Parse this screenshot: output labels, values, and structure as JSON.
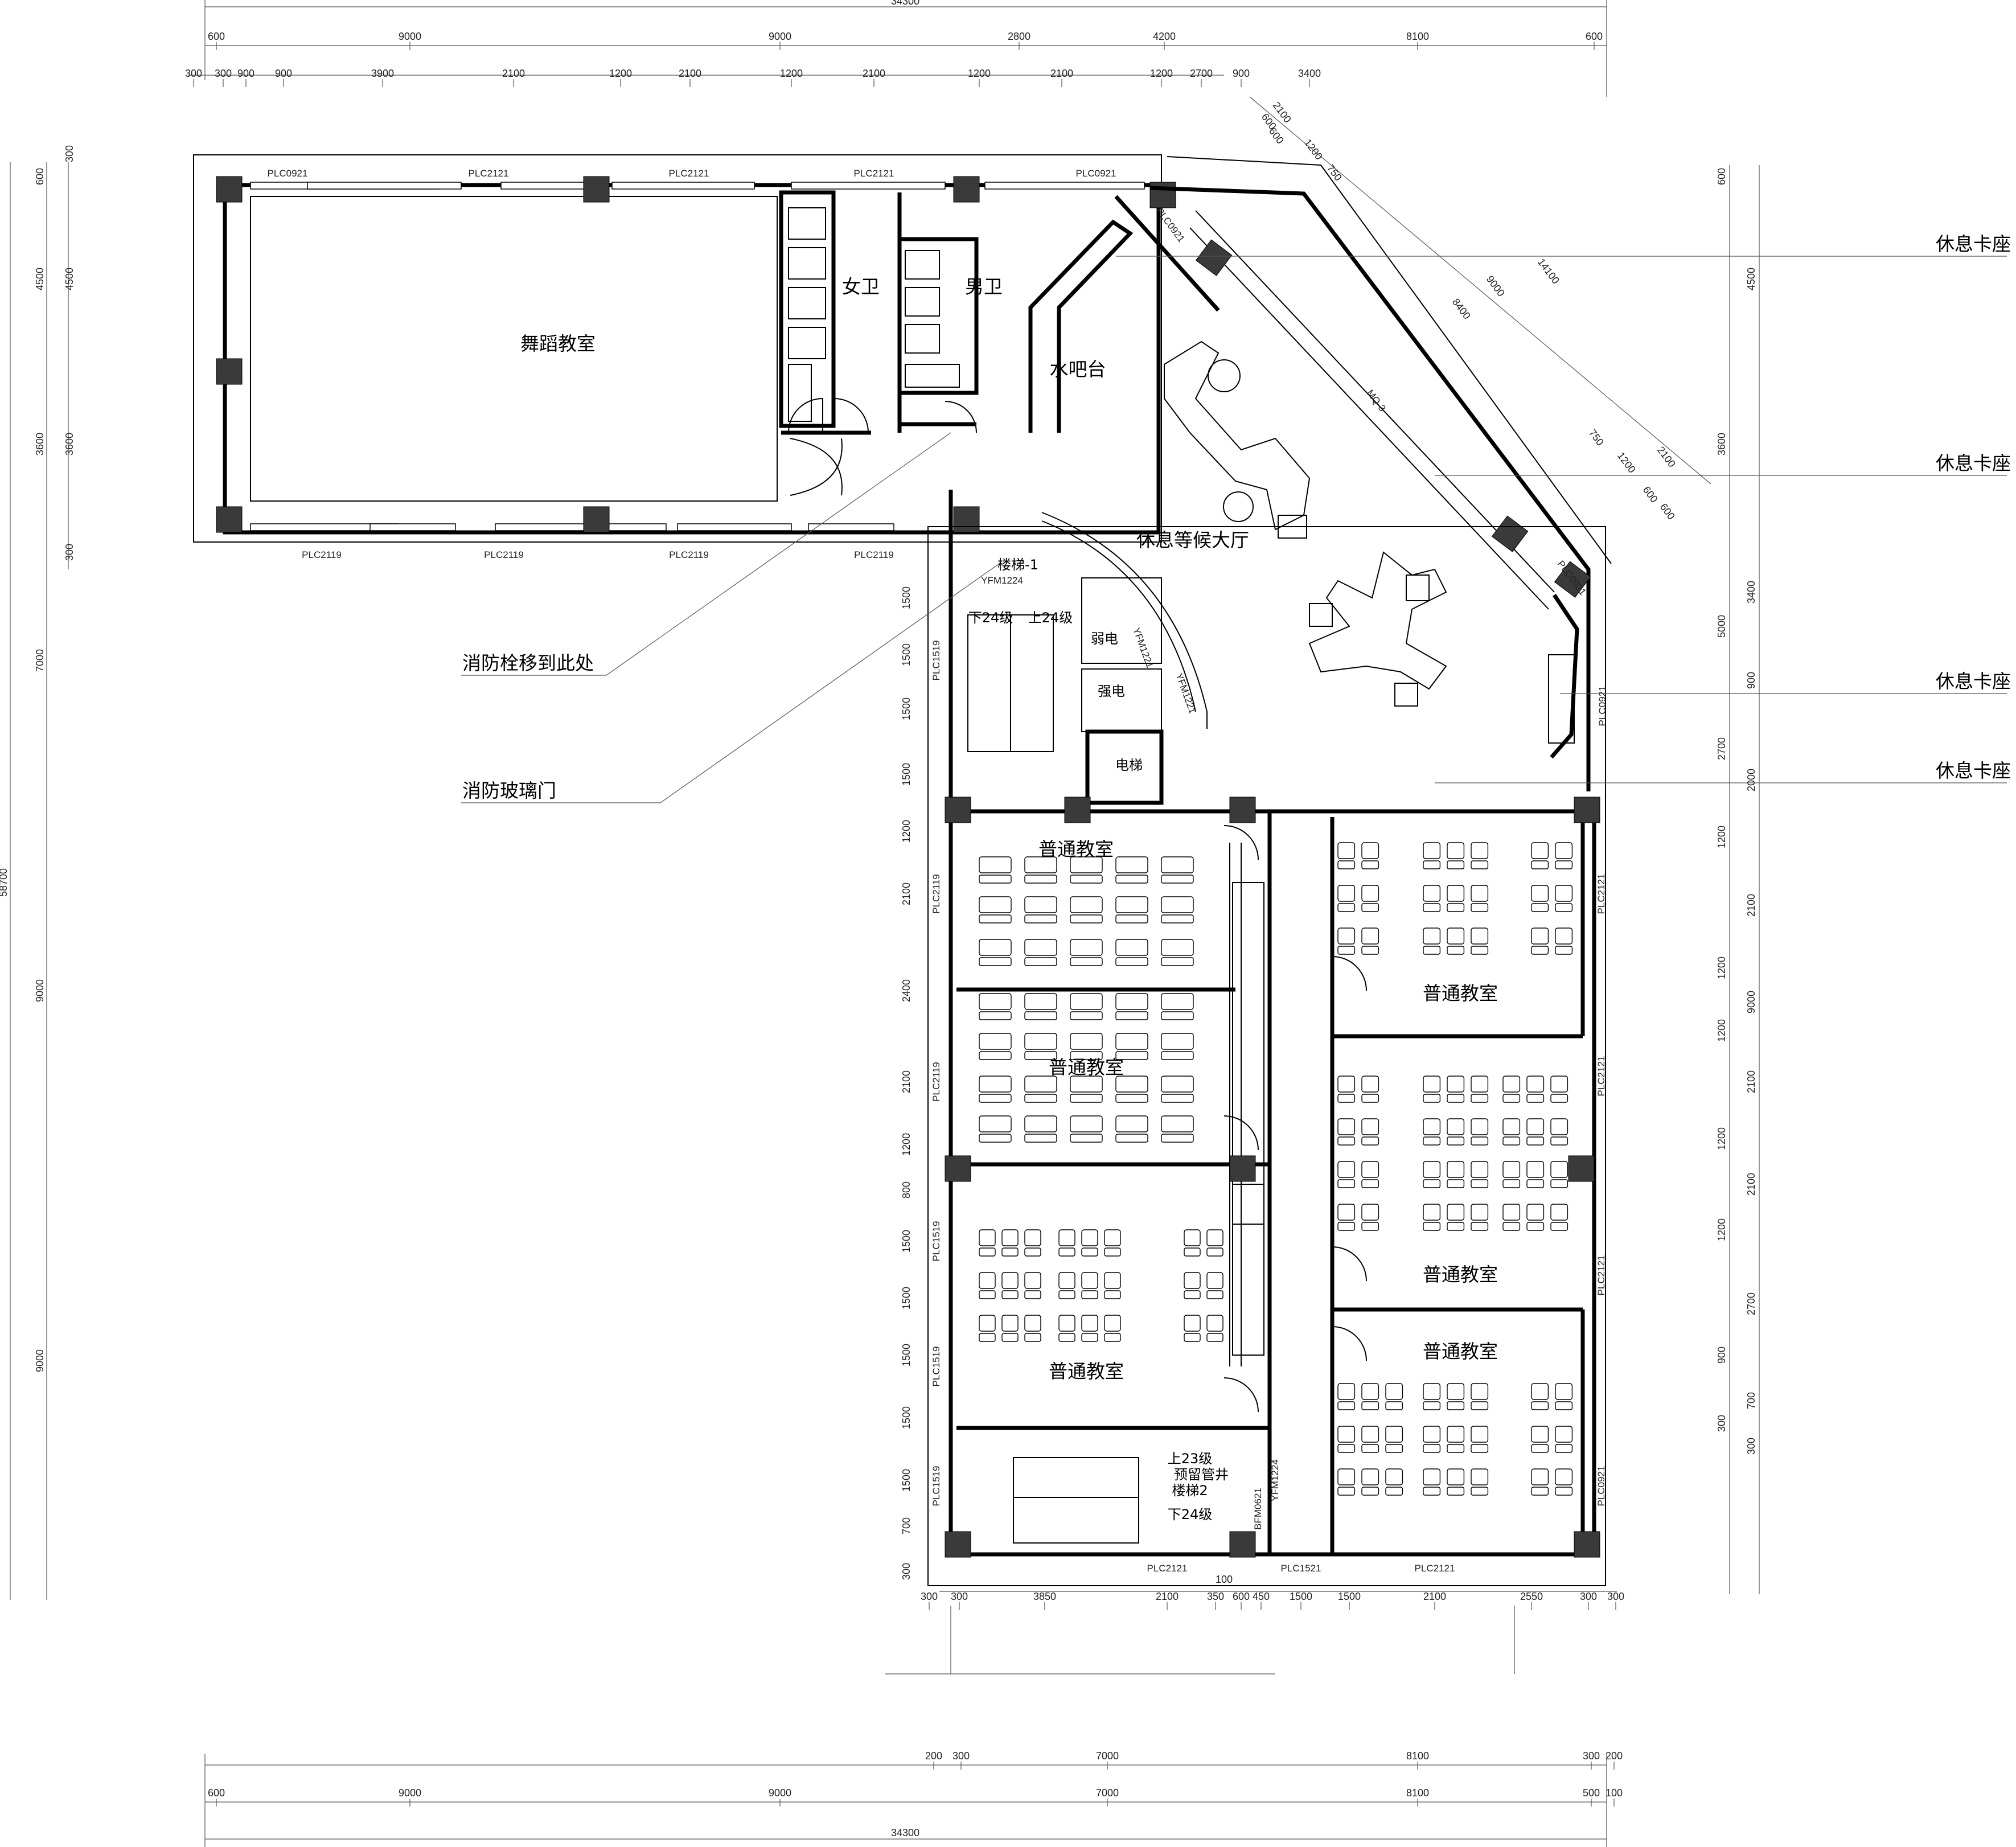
{
  "dimensions": {
    "top_total": "34300",
    "top_row1": [
      "600",
      "9000",
      "9000",
      "2800",
      "4200",
      "8100",
      "600"
    ],
    "top_row2": [
      "300",
      "300",
      "900",
      "900",
      "3900",
      "2100",
      "1200",
      "2100",
      "1200",
      "2100",
      "1200",
      "2100",
      "1200",
      "2700",
      "900",
      "3400"
    ],
    "north_lower": [
      "300",
      "300",
      "1200",
      "2100",
      "2400",
      "2100",
      "1200",
      "1200",
      "2100",
      "1200",
      "2100"
    ],
    "left_outer": [
      "58700",
      "7000",
      "9000",
      "9000"
    ],
    "left_inner": [
      "300",
      "600",
      "4500",
      "3600",
      "300",
      "300"
    ],
    "left_inner2": [
      "4500",
      "3600"
    ],
    "wing_left": [
      "1500",
      "1500",
      "1500",
      "1500",
      "1200",
      "2100",
      "2400",
      "2100",
      "1200",
      "800",
      "1500",
      "1500",
      "1500",
      "1500",
      "1500",
      "700",
      "300"
    ],
    "right_outer": [
      "600",
      "4500",
      "3600",
      "3400",
      "5000",
      "900",
      "2700",
      "2000",
      "1200",
      "2100",
      "1200",
      "9000",
      "1200",
      "2100",
      "1200",
      "2100",
      "1200",
      "2700",
      "900",
      "700",
      "300",
      "300"
    ],
    "diag": [
      "2100",
      "600",
      "600",
      "1200",
      "750",
      "14100",
      "9000",
      "8400",
      "750",
      "1200",
      "2100",
      "600",
      "600"
    ],
    "south_inner": [
      "300",
      "300",
      "3850",
      "2100",
      "350",
      "600",
      "450",
      "1500",
      "1500",
      "2100",
      "2550",
      "300",
      "300"
    ],
    "south_small": [
      "100"
    ],
    "bottom_row1": [
      "200",
      "300",
      "7000",
      "8100",
      "300",
      "200"
    ],
    "bottom_row2": [
      "600",
      "9000",
      "9000",
      "7000",
      "8100",
      "500",
      "100"
    ],
    "bottom_total": "34300"
  },
  "rooms": {
    "dance": "舞蹈教室",
    "female_wc": "女卫",
    "male_wc": "男卫",
    "water_bar": "水吧台",
    "lobby": "休息等候大厅",
    "stair1_name": "楼梯-1",
    "stair1_down": "下24级",
    "stair1_up": "上24级",
    "weak_elec": "弱电",
    "strong_elec": "强电",
    "elevator": "电梯",
    "classroom": "普通教室",
    "stair2_up": "上23级",
    "shaft": "预留管井",
    "stair2_name": "楼梯2",
    "stair2_down": "下24级"
  },
  "window_labels": {
    "plc0921": "PLC0921",
    "plc2121": "PLC2121",
    "plc2119": "PLC2119",
    "plc1519": "PLC1519",
    "plc1521": "PLC1521",
    "yfm1224": "YFM1224",
    "yfm1221": "YFM1221",
    "bfm0621": "BFM0621",
    "mq3": "MQ-3"
  },
  "annotations": {
    "rest_booth": "休息卡座",
    "hydrant": "消防栓移到此处",
    "fire_glass_door": "消防玻璃门"
  }
}
